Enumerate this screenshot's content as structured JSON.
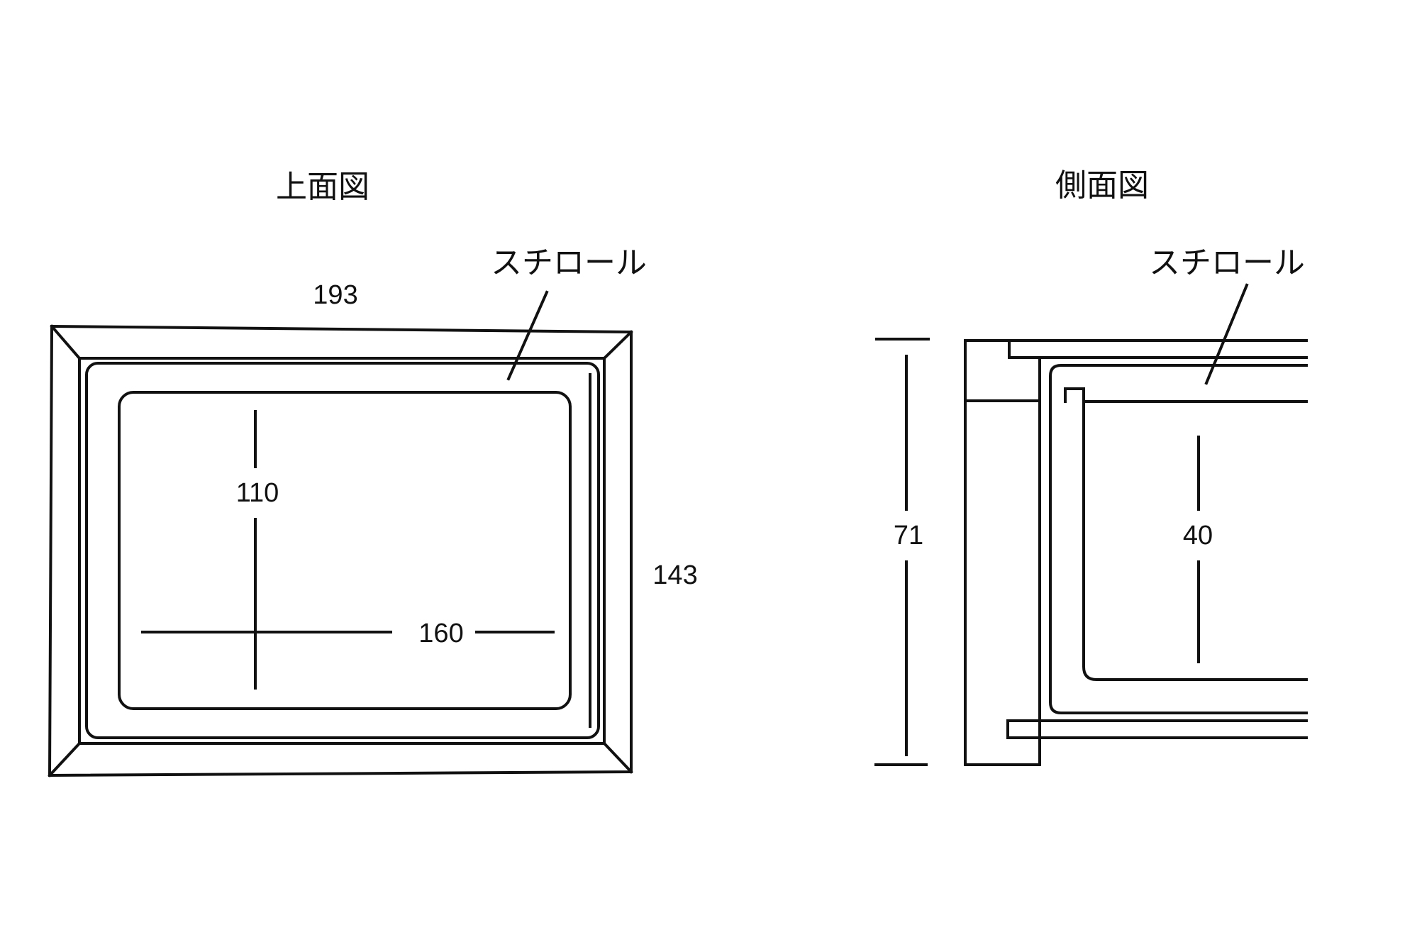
{
  "top_view": {
    "title": "上面図",
    "material_label": "スチロール",
    "dim_width": "193",
    "dim_height": "143",
    "dim_inner_height": "110",
    "dim_inner_width": "160"
  },
  "side_view": {
    "title": "側面図",
    "material_label": "スチロール",
    "dim_total_height": "71",
    "dim_inner_depth": "40"
  }
}
